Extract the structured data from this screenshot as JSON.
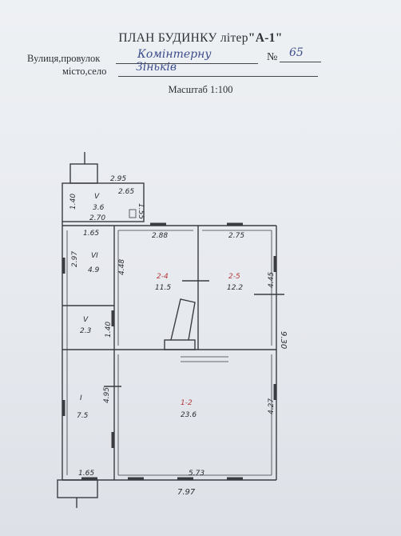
{
  "header": {
    "title_prefix": "ПЛАН БУДИНКУ літер",
    "title_letter": "\"А-1\"",
    "street_label": "Вулиця,провулок",
    "street_value": "Комінтерну",
    "number_label": "№",
    "number_value": "65",
    "city_label": "місто,село",
    "city_value": "Зіньків",
    "scale": "Масштаб 1:100"
  },
  "plan": {
    "labels": {
      "v_room_id": "V",
      "v_room_area": "3.6",
      "vi_room_id": "VI",
      "vi_room_area": "4.9",
      "room24_id": "2-4",
      "room24_area": "11.5",
      "room25_id": "2-5",
      "room25_area": "12.2",
      "ii_room_id": "V",
      "ii_room_area": "2.3",
      "i_room_id": "I",
      "i_room_area": "7.5",
      "room12_id": "1-2",
      "room12_area": "23.6",
      "d295": "2.95",
      "d265": "2.65",
      "d140a": "1.40",
      "d155": "1.55",
      "d270": "2.70",
      "d165a": "1.65",
      "d288": "2.88",
      "d275": "2.75",
      "d297": "2.97",
      "d448": "4.48",
      "d445": "4.45",
      "d930": "9.30",
      "d140b": "1.40",
      "d495": "4.95",
      "d427": "4.27",
      "d165b": "1.65",
      "d573": "5.73",
      "d797": "7.97"
    }
  }
}
